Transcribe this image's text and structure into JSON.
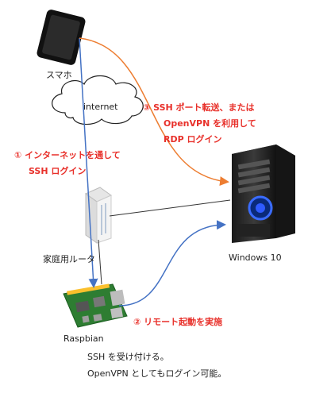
{
  "nodes": {
    "smartphone": {
      "label": "スマホ",
      "icon": "smartphone-icon"
    },
    "internet": {
      "label": "internet",
      "icon": "cloud-icon"
    },
    "router": {
      "label": "家庭用ルータ",
      "icon": "router-icon"
    },
    "pc": {
      "label": "Windows 10",
      "icon": "desktop-pc-icon"
    },
    "raspberry": {
      "label": "Raspbian",
      "note1": "SSH を受け付ける。",
      "note2": "OpenVPN としてもログイン可能。",
      "icon": "raspberry-pi-icon"
    }
  },
  "steps": {
    "step1": {
      "line1": "① インターネットを通して",
      "line2": "SSH ログイン",
      "color": "#e8302a"
    },
    "step2": {
      "line1": "② リモート起動を実施",
      "color": "#e8302a"
    },
    "step3": {
      "line1": "③ SSH ポート転送、または",
      "line2": "OpenVPN を利用して",
      "line3": "RDP ログイン",
      "color": "#e8302a"
    }
  },
  "colors": {
    "blue_arrow": "#4472c4",
    "orange_arrow": "#ed7d31",
    "link": "#333333"
  }
}
